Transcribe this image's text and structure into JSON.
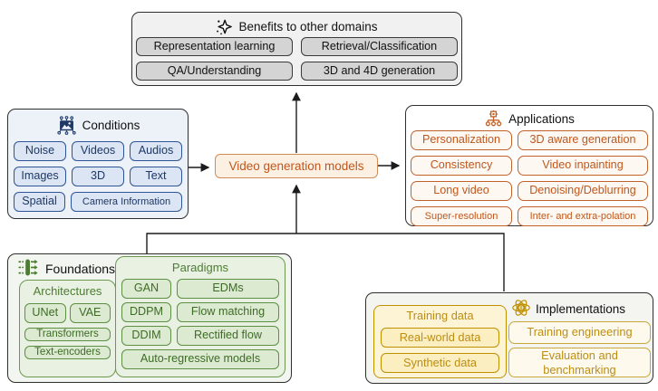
{
  "benefits": {
    "title": "Benefits to other domains",
    "items": [
      "Representation learning",
      "Retrieval/Classification",
      "QA/Understanding",
      "3D and 4D generation"
    ]
  },
  "conditions": {
    "title": "Conditions",
    "items": [
      "Noise",
      "Videos",
      "Audios",
      "Images",
      "3D",
      "Text",
      "Spatial",
      "Camera Information"
    ]
  },
  "center": {
    "label": "Video generation models"
  },
  "applications": {
    "title": "Applications",
    "items": [
      "Personalization",
      "3D aware generation",
      "Consistency",
      "Video inpainting",
      "Long video",
      "Denoising/Deblurring",
      "Super-resolution",
      "Inter- and extra-polation"
    ]
  },
  "foundations": {
    "title": "Foundations",
    "architectures": {
      "title": "Architectures",
      "items": [
        "UNet",
        "VAE",
        "Transformers",
        "Text-encoders"
      ]
    },
    "paradigms": {
      "title": "Paradigms",
      "items": [
        "GAN",
        "EDMs",
        "DDPM",
        "Flow matching",
        "DDIM",
        "Rectified flow",
        "Auto-regressive models"
      ]
    }
  },
  "implementations": {
    "title": "Implementations",
    "training_data": {
      "title": "Training data",
      "items": [
        "Real-world data",
        "Synthetic data"
      ]
    },
    "items": [
      "Training engineering",
      "Evaluation and benchmarking"
    ]
  },
  "icons": {
    "benefits": "sparkles-icon",
    "conditions": "image-circuit-icon",
    "applications": "hierarchy-chip-icon",
    "foundations": "pipeline-icon",
    "implementations": "atom-icon"
  },
  "colors": {
    "box_border": "#2f2f2f",
    "gray_chip": "#d4d4d4",
    "blue_fill": "#dbe5f4",
    "blue_text": "#1f3864",
    "orange_text": "#c0571d",
    "orange_border": "#c0632b",
    "green_text": "#4d7c34",
    "green_border": "#5d8f44",
    "gold_text": "#bd8e13",
    "gold_border": "#bf9000"
  }
}
